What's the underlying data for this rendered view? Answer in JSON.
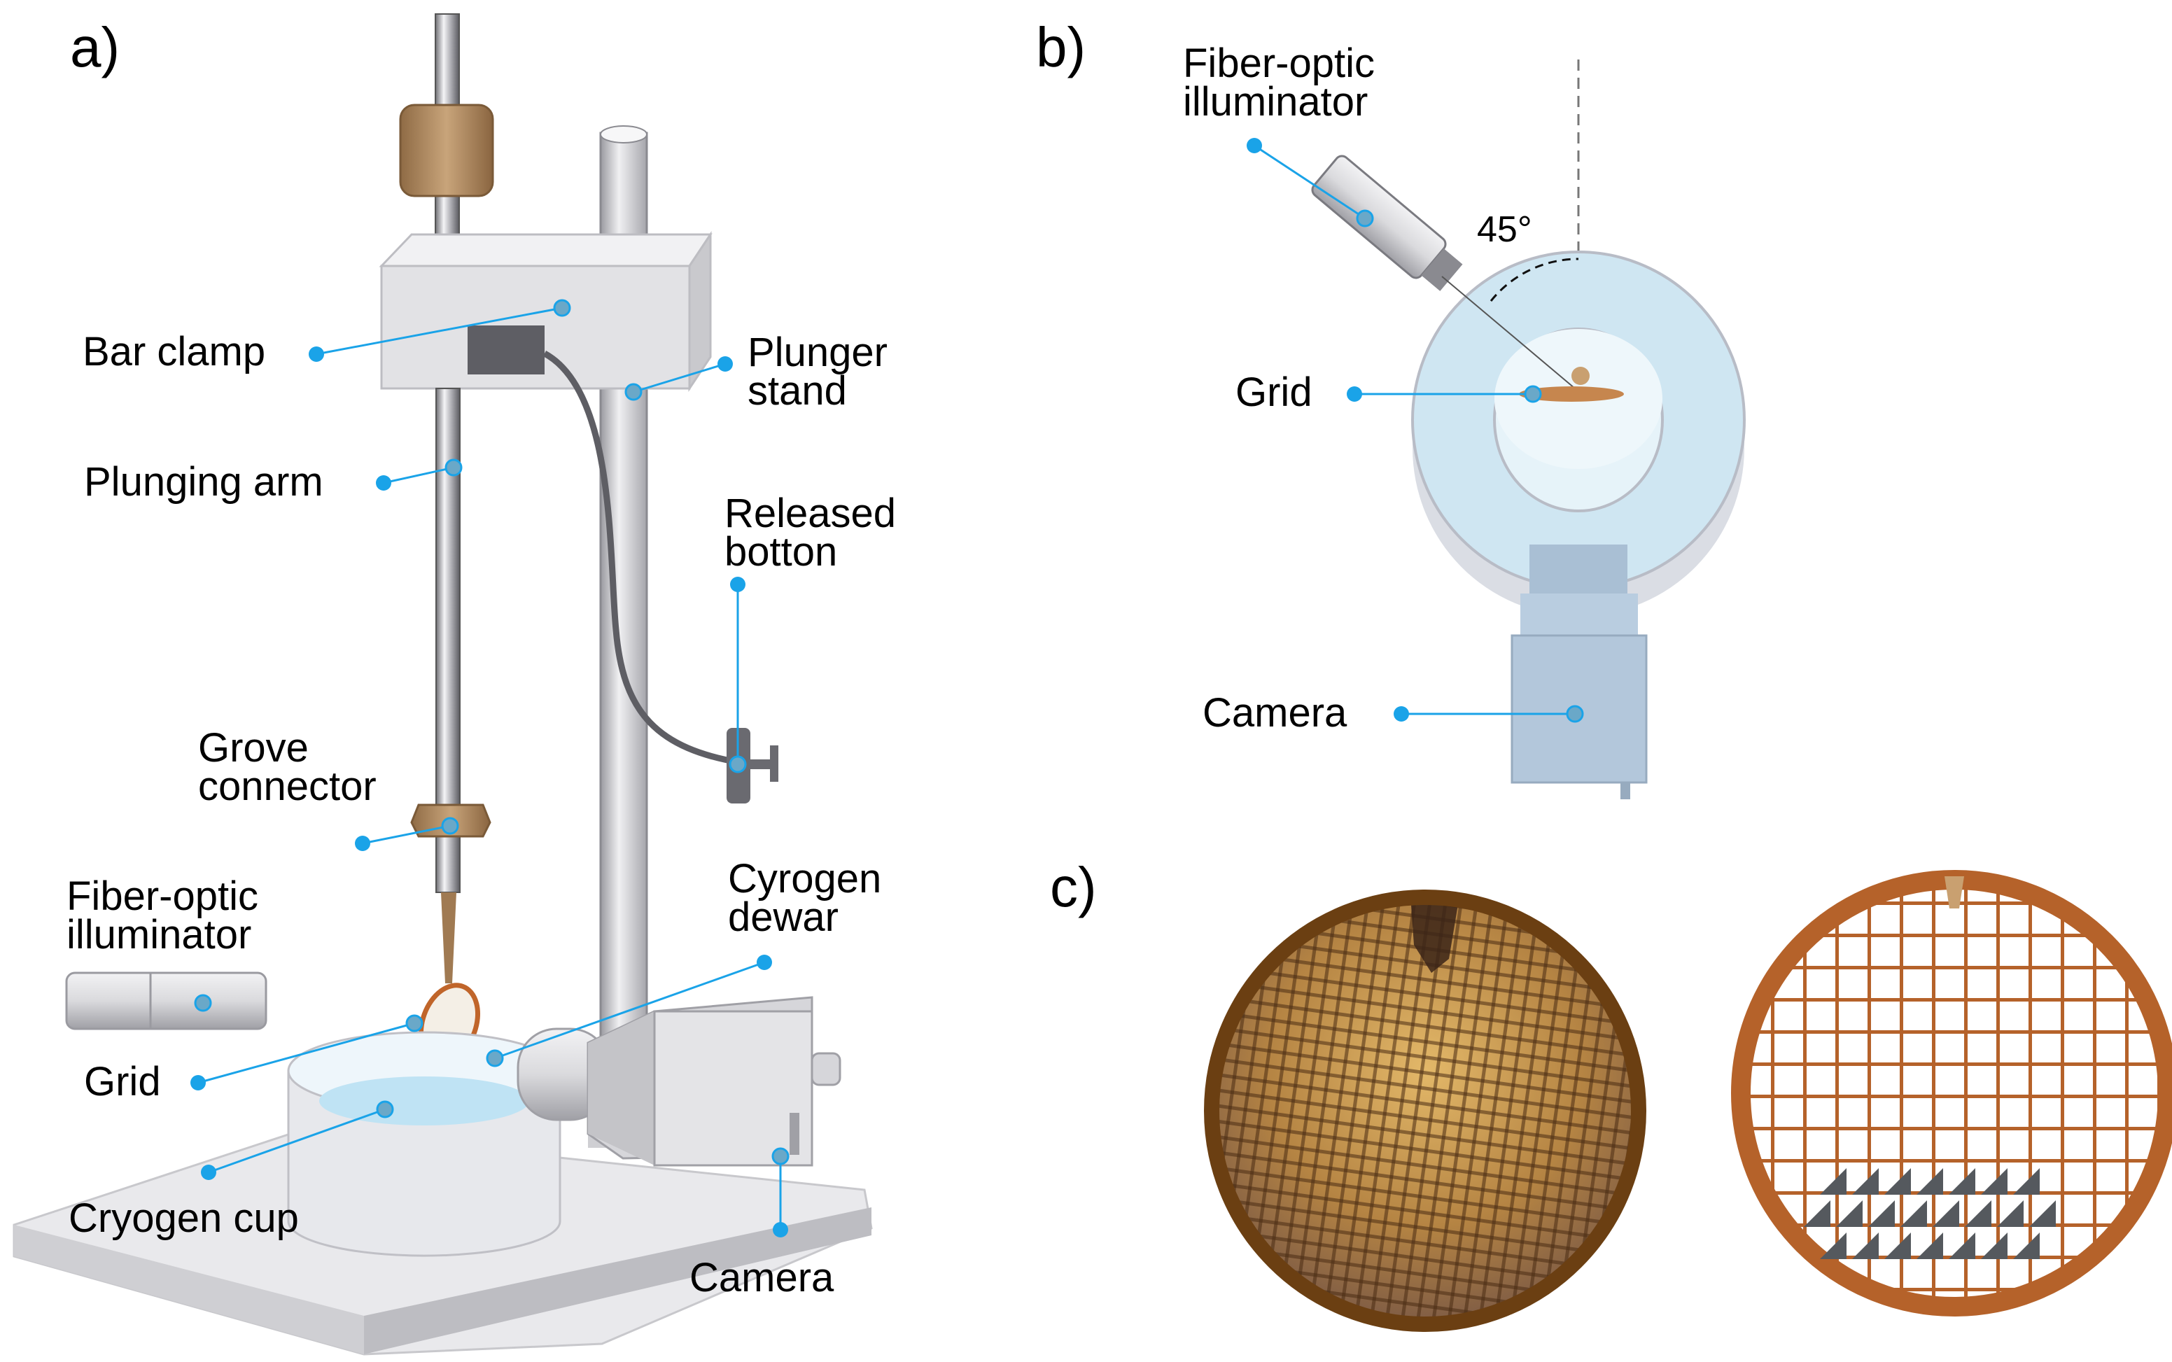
{
  "panel_a": {
    "panel_label": "a)",
    "labels": {
      "bar_clamp": "Bar clamp",
      "plunger_stand_1": "Plunger",
      "plunger_stand_2": "stand",
      "plunging_arm": "Plunging arm",
      "released_botton_1": "Released",
      "released_botton_2": "botton",
      "grove_connector_1": "Grove",
      "grove_connector_2": "connector",
      "fiber_optic_1": "Fiber-optic",
      "fiber_optic_2": "illuminator",
      "cyrogen_dewar_1": "Cyrogen",
      "cyrogen_dewar_2": "dewar",
      "grid": "Grid",
      "cryogen_cup": "Cryogen cup",
      "camera": "Camera"
    }
  },
  "panel_b": {
    "panel_label": "b)",
    "labels": {
      "fiber_optic_1": "Fiber-optic",
      "fiber_optic_2": "illuminator",
      "angle": "45°",
      "grid": "Grid",
      "camera": "Camera"
    }
  },
  "panel_c": {
    "panel_label": "c)"
  },
  "colors": {
    "callout": "#1aa3e8",
    "metal_light": "#e8e8ea",
    "metal_dark": "#8e8e94",
    "wood": "#b08a5e",
    "copper": "#b5622a",
    "dewar_blue": "#cfe6f2",
    "camera_blue": "#a9bfd4"
  }
}
